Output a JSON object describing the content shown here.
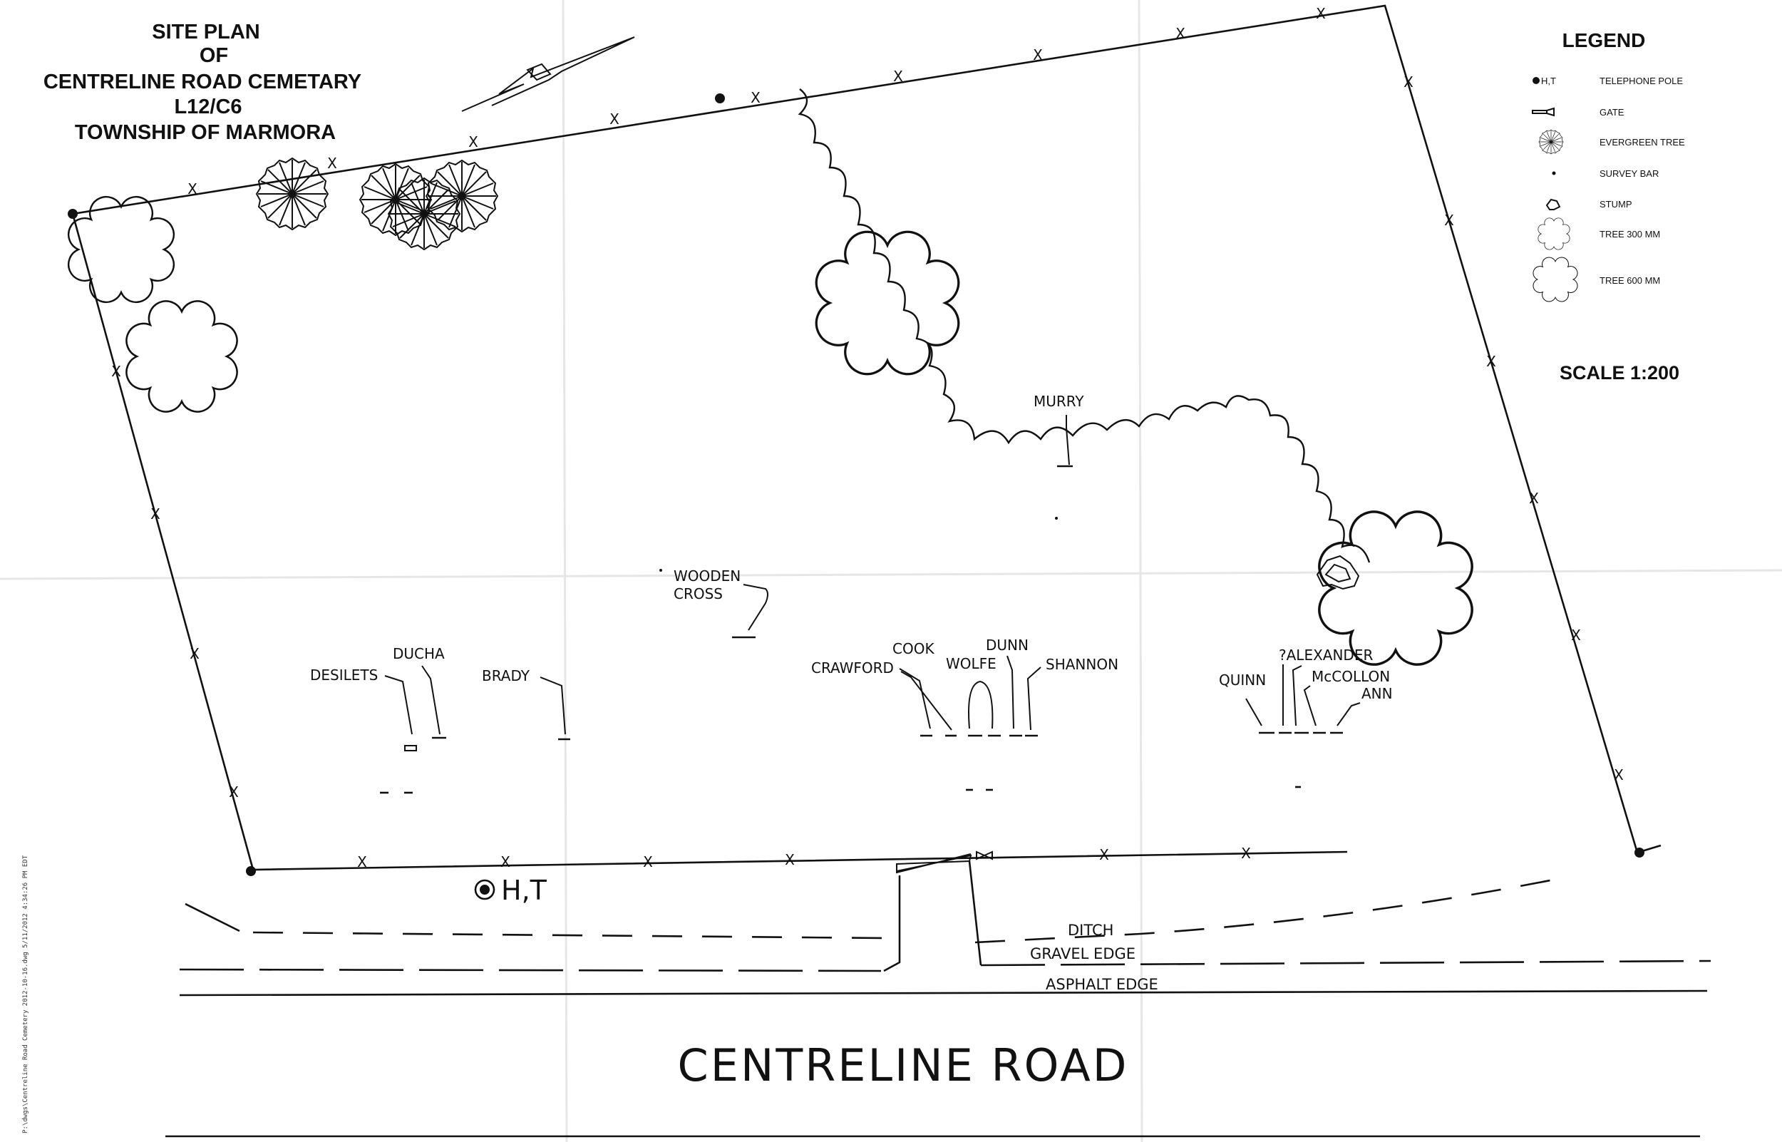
{
  "title_lines": [
    "SITE PLAN",
    "OF",
    "CENTRELINE ROAD CEMETARY",
    "L12/C6",
    "TOWNSHIP OF MARMORA"
  ],
  "legend": {
    "title": "LEGEND",
    "items": [
      {
        "symbol": "telephone-pole",
        "code": "H,T",
        "label": "TELEPHONE POLE"
      },
      {
        "symbol": "gate",
        "label": "GATE"
      },
      {
        "symbol": "evergreen-tree",
        "label": "EVERGREEN TREE"
      },
      {
        "symbol": "survey-bar",
        "label": "SURVEY BAR"
      },
      {
        "symbol": "stump",
        "label": "STUMP"
      },
      {
        "symbol": "tree-300",
        "label": "TREE 300 MM"
      },
      {
        "symbol": "tree-600",
        "label": "TREE 600 MM"
      }
    ]
  },
  "scale": "SCALE 1:200",
  "graves": {
    "murry": "MURRY",
    "wooden_cross_1": "WOODEN",
    "wooden_cross_2": "CROSS",
    "ducha": "DUCHA",
    "desilets": "DESILETS",
    "brady": "BRADY",
    "cook": "COOK",
    "crawford": "CRAWFORD",
    "dunn": "DUNN",
    "wolfe": "WOLFE",
    "shannon": "SHANNON",
    "alexander": "?ALEXANDER",
    "quinn": "QUINN",
    "mccollon": "McCOLLON",
    "ann": "ANN"
  },
  "fence_marker": "X",
  "pole_label": "H,T",
  "road_features": {
    "ditch": "DITCH",
    "gravel_edge": "GRAVEL EDGE",
    "asphalt_edge": "ASPHALT EDGE"
  },
  "road_name": "CENTRELINE ROAD",
  "side_text": "P:\\dwgs\\Centreline Road Cemetery 2012-10-16.dwg   5/11/2012   4:34:26 PM EDT"
}
